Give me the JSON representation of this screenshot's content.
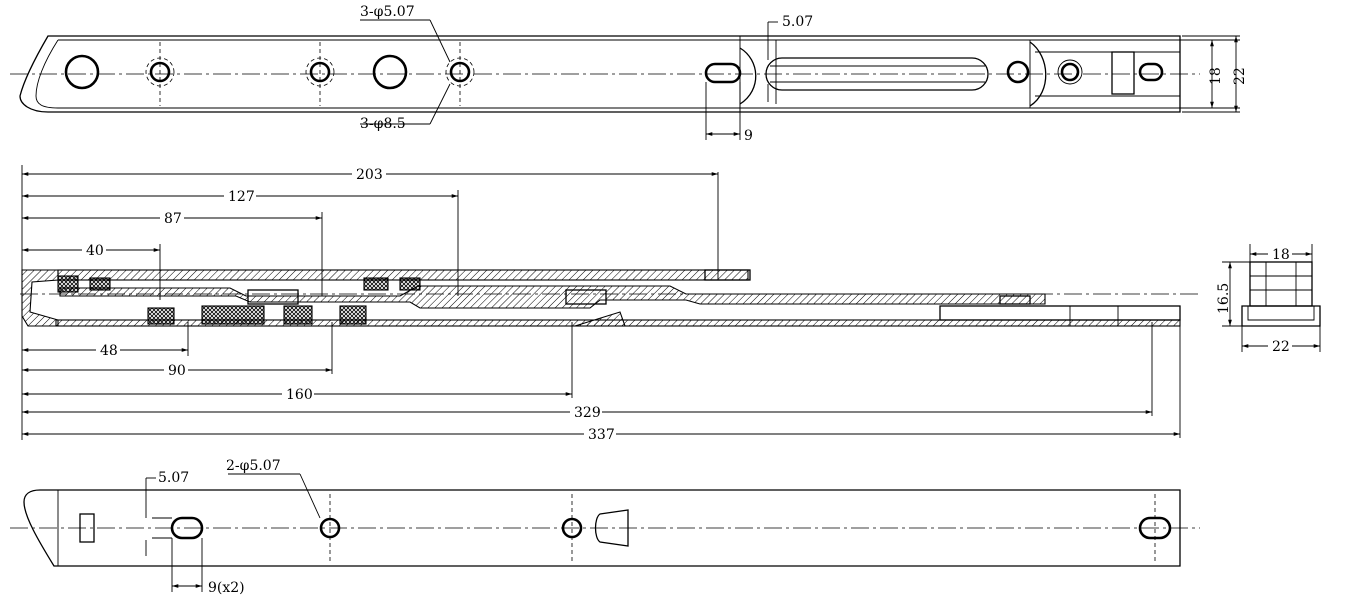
{
  "top_view": {
    "holes_a_label": "3-φ5.07",
    "holes_b_label": "3-φ8.5",
    "slot_width_label": "5.07",
    "slot_length_label": "9",
    "width_inner_label": "18",
    "width_outer_label": "22"
  },
  "section_view": {
    "d203": "203",
    "d127": "127",
    "d87": "87",
    "d40": "40",
    "d48": "48",
    "d90": "90",
    "d160": "160",
    "d329": "329",
    "d337": "337"
  },
  "end_view": {
    "top_width_label": "18",
    "height_label": "16.5",
    "bottom_width_label": "22"
  },
  "bottom_view": {
    "slot_width_label": "5.07",
    "holes_label": "2-φ5.07",
    "slot_length_label": "9(x2)"
  }
}
